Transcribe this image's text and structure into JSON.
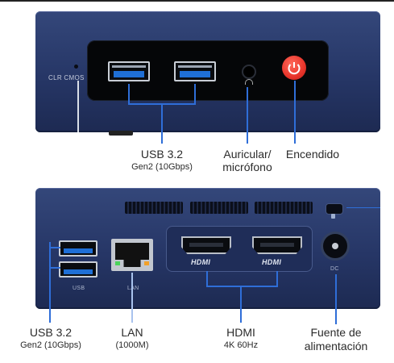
{
  "front": {
    "side_label": "CLR CMOS",
    "usb_title": "USB 3.2",
    "usb_sub": "Gen2 (10Gbps)",
    "audio_line1": "Auricular/",
    "audio_line2": "micrófono",
    "power_label": "Encendido"
  },
  "back": {
    "usb_port_label": "USB",
    "lan_port_label": "LAN",
    "hdmi_logo": "HDMI",
    "dc_label": "DC",
    "usb_title": "USB 3.2",
    "usb_sub": "Gen2 (10Gbps)",
    "lan_title": "LAN",
    "lan_sub": "(1000M)",
    "hdmi_title": "HDMI",
    "hdmi_sub": "4K 60Hz",
    "power_line1": "Fuente de",
    "power_line2": "alimentación"
  },
  "colors": {
    "chassis": "#263666",
    "callout": "#2f6ed8",
    "power_button": "#e8342a"
  }
}
